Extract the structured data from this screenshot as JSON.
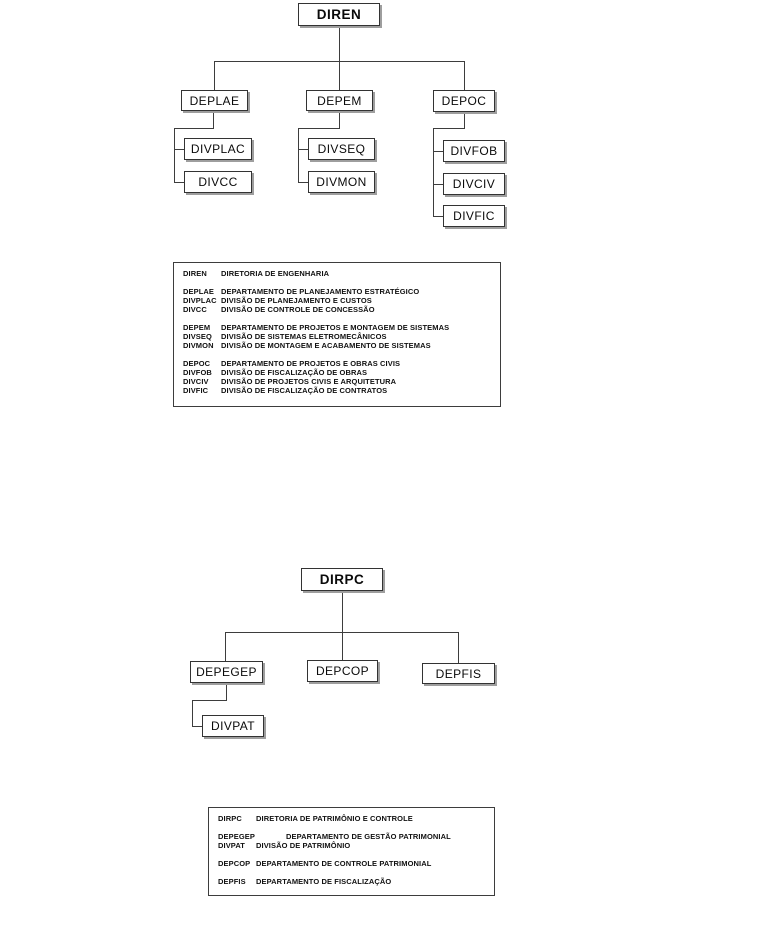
{
  "colors": {
    "background": "#ffffff",
    "box_border": "#333333",
    "box_shadow": "#9e9e9e",
    "connector_line": "#3d3d3d",
    "text": "#000000"
  },
  "chart1": {
    "root": "DIREN",
    "children": [
      {
        "label": "DEPLAE",
        "children": [
          "DIVPLAC",
          "DIVCC"
        ]
      },
      {
        "label": "DEPEM",
        "children": [
          "DIVSEQ",
          "DIVMON"
        ]
      },
      {
        "label": "DEPOC",
        "children": [
          "DIVFOB",
          "DIVCIV",
          "DIVFIC"
        ]
      }
    ]
  },
  "legend1": {
    "groups": [
      {
        "rows": [
          {
            "abbr": "DIREN",
            "desc": "DIRETORIA DE ENGENHARIA"
          }
        ]
      },
      {
        "rows": [
          {
            "abbr": "DEPLAE",
            "desc": "DEPARTAMENTO DE PLANEJAMENTO ESTRATÉGICO"
          },
          {
            "abbr": "DIVPLAC",
            "desc": "DIVISÃO DE PLANEJAMENTO E CUSTOS"
          },
          {
            "abbr": "DIVCC",
            "desc": "DIVISÃO DE CONTROLE DE CONCESSÃO"
          }
        ]
      },
      {
        "rows": [
          {
            "abbr": "DEPEM",
            "desc": "DEPARTAMENTO DE PROJETOS E MONTAGEM DE SISTEMAS"
          },
          {
            "abbr": "DIVSEQ",
            "desc": "DIVISÃO DE SISTEMAS ELETROMECÂNICOS"
          },
          {
            "abbr": "DIVMON",
            "desc": "DIVISÃO DE MONTAGEM E ACABAMENTO DE SISTEMAS"
          }
        ]
      },
      {
        "rows": [
          {
            "abbr": "DEPOC",
            "desc": "DEPARTAMENTO DE PROJETOS E OBRAS CIVIS"
          },
          {
            "abbr": "DIVFOB",
            "desc": "DIVISÃO DE FISCALIZAÇÃO DE OBRAS"
          },
          {
            "abbr": "DIVCIV",
            "desc": "DIVISÃO DE PROJETOS CIVIS E ARQUITETURA"
          },
          {
            "abbr": "DIVFIC",
            "desc": "DIVISÃO DE FISCALIZAÇÃO DE CONTRATOS"
          }
        ]
      }
    ]
  },
  "chart2": {
    "root": "DIRPC",
    "children": [
      {
        "label": "DEPEGEP",
        "children": [
          "DIVPAT"
        ]
      },
      {
        "label": "DEPCOP",
        "children": []
      },
      {
        "label": "DEPFIS",
        "children": []
      }
    ]
  },
  "legend2": {
    "groups": [
      {
        "rows": [
          {
            "abbr": "DIRPC",
            "desc": "DIRETORIA DE PATRIMÔNIO E CONTROLE"
          }
        ]
      },
      {
        "rows": [
          {
            "abbr": "DEPEGEP",
            "desc": "DEPARTAMENTO DE GESTÃO PATRIMONIAL"
          },
          {
            "abbr": "DIVPAT",
            "desc": "DIVISÃO DE PATRIMÔNIO"
          }
        ]
      },
      {
        "rows": [
          {
            "abbr": "DEPCOP",
            "desc": "DEPARTAMENTO DE CONTROLE PATRIMONIAL"
          }
        ]
      },
      {
        "rows": [
          {
            "abbr": "DEPFIS",
            "desc": "DEPARTAMENTO DE FISCALIZAÇÃO"
          }
        ]
      }
    ]
  }
}
